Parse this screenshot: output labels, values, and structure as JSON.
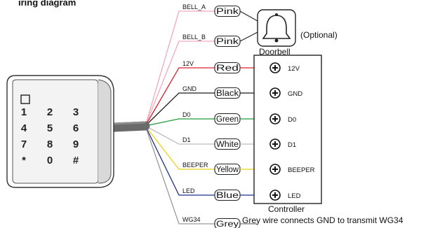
{
  "heading": "iring diagram",
  "wires": [
    {
      "tag": "BELL_A",
      "color_name": "Pink",
      "color": "#f2a8bc"
    },
    {
      "tag": "BELL_B",
      "color_name": "Pink",
      "color": "#f2a8bc"
    },
    {
      "tag": "12V",
      "color_name": "Red",
      "color": "#d8202a"
    },
    {
      "tag": "GND",
      "color_name": "Black",
      "color": "#1a1a1a"
    },
    {
      "tag": "D0",
      "color_name": "Green",
      "color": "#1f9a3a"
    },
    {
      "tag": "D1",
      "color_name": "White",
      "color": "#bdbdbd"
    },
    {
      "tag": "BEEPER",
      "color_name": "Yellow",
      "color": "#e8d21a"
    },
    {
      "tag": "LED",
      "color_name": "Blue",
      "color": "#1f2f8f"
    },
    {
      "tag": "WG34",
      "color_name": "Grey",
      "color": "#9a9a9a"
    }
  ],
  "doorbell": {
    "label": "Doorbell",
    "note": "(Optional)"
  },
  "controller": {
    "label": "Controller",
    "terminals": [
      "12V",
      "GND",
      "D0",
      "D1",
      "BEEPER",
      "LED"
    ]
  },
  "keypad": {
    "keys": [
      "1",
      "2",
      "3",
      "4",
      "5",
      "6",
      "7",
      "8",
      "9",
      "*",
      "0",
      "#"
    ]
  },
  "grey_note": "Grey wire connects GND to transmit WG34"
}
